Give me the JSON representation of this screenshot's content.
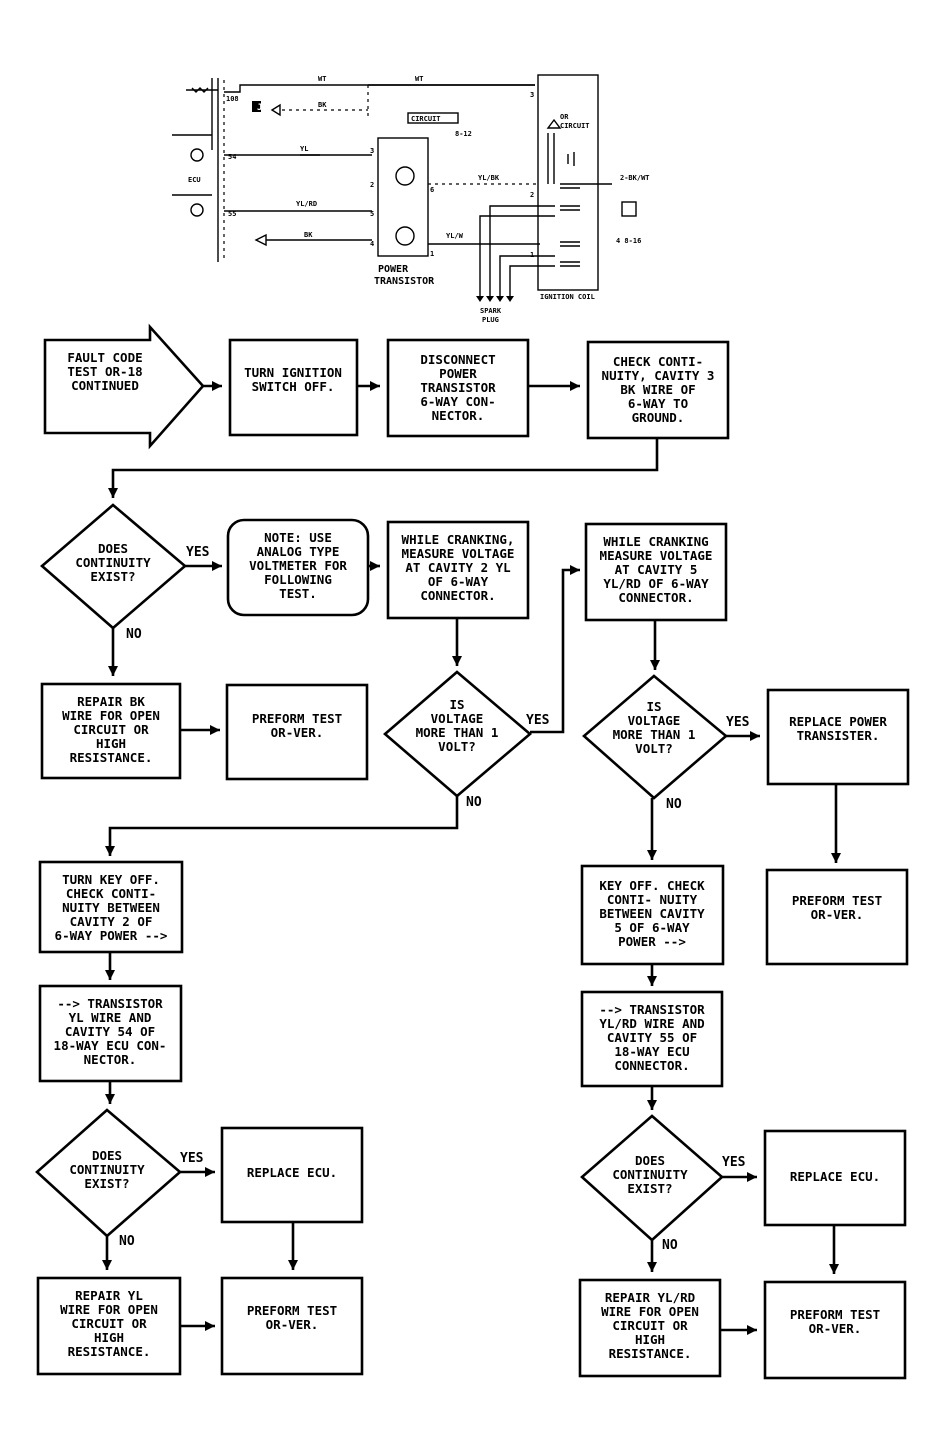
{
  "wiring": {
    "wires": {
      "wt": "WT",
      "bk_top": "BK",
      "yl": "YL",
      "yl_bk": "YL/BK",
      "yl_rd": "YL/RD",
      "yl_w": "YL/W",
      "bk_bottom": "BK",
      "bk_wt": "2-BK/WT"
    },
    "pins": {
      "p108": "108",
      "p54": "54",
      "p55": "55",
      "c3": "3",
      "c2": "2",
      "c6": "6",
      "c5": "5",
      "c1": "1",
      "c4": "4",
      "coil3": "3",
      "coil2": "2",
      "coil1": "1"
    },
    "ref_8_12": "8-12",
    "ref_4_8_16": "4 8-16",
    "ecu": "ECU",
    "power_transistor": [
      "POWER",
      "TRANSISTOR"
    ],
    "spark_plug": [
      "SPARK",
      "PLUG"
    ],
    "ignition_coil": "IGNITION COIL",
    "or_circuit": [
      "OR",
      "CIRCUIT"
    ],
    "fuse_box_label": "CIRCUIT",
    "j_mark": "J"
  },
  "flow": {
    "start": [
      "FAULT CODE",
      "TEST OR-18",
      "CONTINUED"
    ],
    "s1": [
      "TURN IGNITION",
      "SWITCH OFF."
    ],
    "s2": [
      "DISCONNECT",
      "POWER",
      "TRANSISTOR",
      "6-WAY CON-",
      "NECTOR."
    ],
    "s3": [
      "CHECK CONTI-",
      "NUITY, CAVITY 3",
      "BK WIRE OF",
      "6-WAY TO",
      "GROUND."
    ],
    "d1": [
      "DOES",
      "CONTINUITY",
      "EXIST?"
    ],
    "note": [
      "NOTE: USE",
      "ANALOG TYPE",
      "VOLTMETER FOR",
      "FOLLOWING",
      "TEST."
    ],
    "m1": [
      "WHILE CRANKING,",
      "MEASURE VOLTAGE",
      "AT CAVITY 2 YL",
      "OF 6-WAY",
      "CONNECTOR."
    ],
    "m2": [
      "WHILE CRANKING",
      "MEASURE VOLTAGE",
      "AT CAVITY 5",
      "YL/RD OF 6-WAY",
      "CONNECTOR."
    ],
    "rep1": [
      "REPAIR BK",
      "WIRE FOR OPEN",
      "CIRCUIT OR",
      "HIGH",
      "RESISTANCE."
    ],
    "perf1": [
      "PREFORM TEST",
      "OR-VER."
    ],
    "dv1": [
      "IS",
      "VOLTAGE",
      "MORE THAN 1",
      "VOLT?"
    ],
    "dv2": [
      "IS",
      "VOLTAGE",
      "MORE THAN 1",
      "VOLT?"
    ],
    "repl_pt": [
      "REPLACE POWER",
      "TRANSISTER."
    ],
    "perf_pt": [
      "PREFORM TEST",
      "OR-VER."
    ],
    "l1": [
      "TURN KEY OFF.",
      "CHECK CONTI-",
      "NUITY BETWEEN",
      "CAVITY 2 OF",
      "6-WAY POWER -->"
    ],
    "l2": [
      "--> TRANSISTOR",
      "YL WIRE AND",
      "CAVITY 54 OF",
      "18-WAY ECU CON-",
      "NECTOR."
    ],
    "dl": [
      "DOES",
      "CONTINUITY",
      "EXIST?"
    ],
    "repl_ecu_l": [
      "REPLACE ECU."
    ],
    "rep_l": [
      "REPAIR YL",
      "WIRE FOR OPEN",
      "CIRCUIT OR",
      "HIGH",
      "RESISTANCE."
    ],
    "perf_l": [
      "PREFORM TEST",
      "OR-VER."
    ],
    "r1": [
      "KEY OFF. CHECK",
      "CONTI- NUITY",
      "BETWEEN CAVITY",
      "5 OF 6-WAY",
      "POWER -->"
    ],
    "r2": [
      "--> TRANSISTOR",
      "YL/RD WIRE AND",
      "CAVITY 55 OF",
      "18-WAY ECU",
      "CONNECTOR."
    ],
    "dr": [
      "DOES",
      "CONTINUITY",
      "EXIST?"
    ],
    "repl_ecu_r": [
      "REPLACE ECU."
    ],
    "rep_r": [
      "REPAIR YL/RD",
      "WIRE FOR OPEN",
      "CIRCUIT OR",
      "HIGH",
      "RESISTANCE."
    ],
    "perf_r": [
      "PREFORM TEST",
      "OR-VER."
    ],
    "labels": {
      "yes": "YES",
      "no": "NO"
    }
  }
}
